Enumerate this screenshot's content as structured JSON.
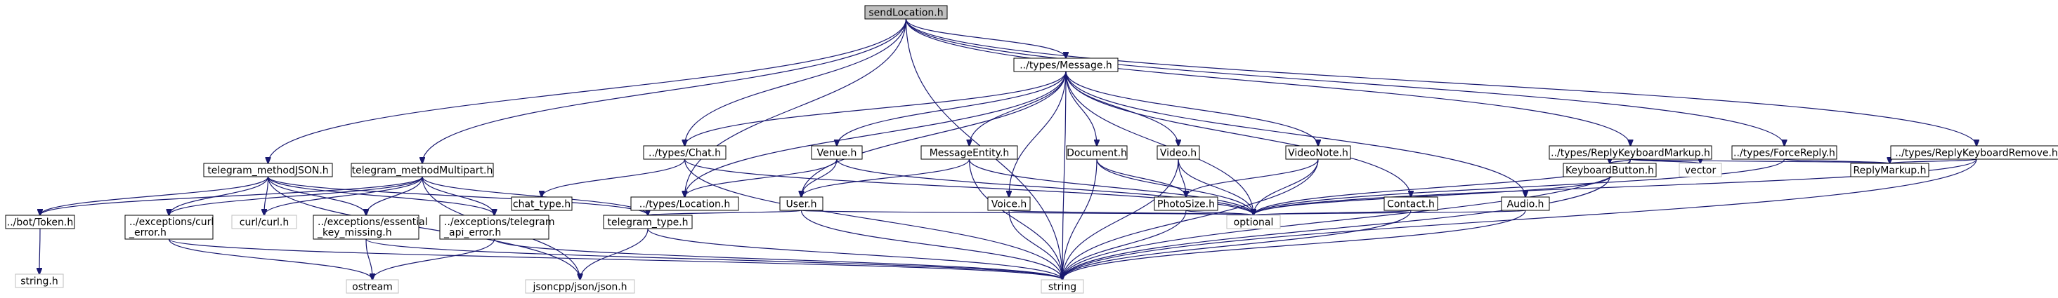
{
  "title": "sendLocation.h",
  "colors": {
    "edge": "#191970",
    "root_fill": "#bfbfbf",
    "system_border": "#bfbfbf",
    "border": "#000000"
  },
  "nodes": [
    {
      "id": "root",
      "label": "sendLocation.h",
      "kind": "root"
    },
    {
      "id": "message",
      "label": "../types/Message.h",
      "kind": "local"
    },
    {
      "id": "chat",
      "label": "../types/Chat.h",
      "kind": "local"
    },
    {
      "id": "location",
      "label": "../types/Location.h",
      "kind": "local"
    },
    {
      "id": "replykb",
      "label": "../types/ReplyKeyboardMarkup.h",
      "kind": "local"
    },
    {
      "id": "forcereply",
      "label": "../types/ForceReply.h",
      "kind": "local"
    },
    {
      "id": "replykbremove",
      "label": "../types/ReplyKeyboardRemove.h",
      "kind": "local"
    },
    {
      "id": "venue",
      "label": "Venue.h",
      "kind": "local"
    },
    {
      "id": "msgentity",
      "label": "MessageEntity.h",
      "kind": "local"
    },
    {
      "id": "document",
      "label": "Document.h",
      "kind": "local"
    },
    {
      "id": "video",
      "label": "Video.h",
      "kind": "local"
    },
    {
      "id": "videonote",
      "label": "VideoNote.h",
      "kind": "local"
    },
    {
      "id": "tmjson",
      "label": "telegram_methodJSON.h",
      "kind": "local"
    },
    {
      "id": "tmmulti",
      "label": "telegram_methodMultipart.h",
      "kind": "local"
    },
    {
      "id": "chattype",
      "label": "chat_type.h",
      "kind": "local"
    },
    {
      "id": "user",
      "label": "User.h",
      "kind": "local"
    },
    {
      "id": "voice",
      "label": "Voice.h",
      "kind": "local"
    },
    {
      "id": "photosize",
      "label": "PhotoSize.h",
      "kind": "local"
    },
    {
      "id": "contact",
      "label": "Contact.h",
      "kind": "local"
    },
    {
      "id": "audio",
      "label": "Audio.h",
      "kind": "local"
    },
    {
      "id": "kbbutton",
      "label": "KeyboardButton.h",
      "kind": "local"
    },
    {
      "id": "vector",
      "label": "vector",
      "kind": "system"
    },
    {
      "id": "replymarkup",
      "label": "ReplyMarkup.h",
      "kind": "local"
    },
    {
      "id": "token",
      "label": "../bot/Token.h",
      "kind": "local"
    },
    {
      "id": "curlerr",
      "label": "../exceptions/curl\n_error.h",
      "kind": "local"
    },
    {
      "id": "curl",
      "label": "curl/curl.h",
      "kind": "system"
    },
    {
      "id": "essential",
      "label": "../exceptions/essential\n_key_missing.h",
      "kind": "local"
    },
    {
      "id": "apierr",
      "label": "../exceptions/telegram\n_api_error.h",
      "kind": "local"
    },
    {
      "id": "tgtype",
      "label": "telegram_type.h",
      "kind": "local"
    },
    {
      "id": "optional",
      "label": "optional",
      "kind": "system"
    },
    {
      "id": "stringh",
      "label": "string.h",
      "kind": "system"
    },
    {
      "id": "ostream",
      "label": "ostream",
      "kind": "system"
    },
    {
      "id": "jsoncpp",
      "label": "jsoncpp/json/json.h",
      "kind": "system"
    },
    {
      "id": "string",
      "label": "string",
      "kind": "system"
    }
  ],
  "edges": [
    [
      "root",
      "message"
    ],
    [
      "root",
      "chat"
    ],
    [
      "root",
      "location"
    ],
    [
      "root",
      "replykb"
    ],
    [
      "root",
      "forcereply"
    ],
    [
      "root",
      "replykbremove"
    ],
    [
      "root",
      "tmjson"
    ],
    [
      "root",
      "tmmulti"
    ],
    [
      "root",
      "string"
    ],
    [
      "message",
      "chat"
    ],
    [
      "message",
      "location"
    ],
    [
      "message",
      "venue"
    ],
    [
      "message",
      "msgentity"
    ],
    [
      "message",
      "document"
    ],
    [
      "message",
      "video"
    ],
    [
      "message",
      "videonote"
    ],
    [
      "message",
      "user"
    ],
    [
      "message",
      "voice"
    ],
    [
      "message",
      "contact"
    ],
    [
      "message",
      "audio"
    ],
    [
      "message",
      "optional"
    ],
    [
      "message",
      "string"
    ],
    [
      "chat",
      "chattype"
    ],
    [
      "chat",
      "optional"
    ],
    [
      "chat",
      "string"
    ],
    [
      "venue",
      "location"
    ],
    [
      "venue",
      "user"
    ],
    [
      "venue",
      "optional"
    ],
    [
      "msgentity",
      "user"
    ],
    [
      "msgentity",
      "optional"
    ],
    [
      "msgentity",
      "string"
    ],
    [
      "document",
      "photosize"
    ],
    [
      "document",
      "optional"
    ],
    [
      "document",
      "string"
    ],
    [
      "video",
      "photosize"
    ],
    [
      "video",
      "optional"
    ],
    [
      "video",
      "string"
    ],
    [
      "videonote",
      "photosize"
    ],
    [
      "videonote",
      "optional"
    ],
    [
      "videonote",
      "string"
    ],
    [
      "user",
      "tgtype"
    ],
    [
      "user",
      "optional"
    ],
    [
      "user",
      "string"
    ],
    [
      "voice",
      "optional"
    ],
    [
      "voice",
      "string"
    ],
    [
      "photosize",
      "optional"
    ],
    [
      "photosize",
      "string"
    ],
    [
      "contact",
      "optional"
    ],
    [
      "contact",
      "string"
    ],
    [
      "audio",
      "optional"
    ],
    [
      "audio",
      "string"
    ],
    [
      "replykb",
      "kbbutton"
    ],
    [
      "replykb",
      "vector"
    ],
    [
      "replykb",
      "replymarkup"
    ],
    [
      "replykb",
      "optional"
    ],
    [
      "replykb",
      "string"
    ],
    [
      "kbbutton",
      "optional"
    ],
    [
      "kbbutton",
      "string"
    ],
    [
      "forcereply",
      "replymarkup"
    ],
    [
      "forcereply",
      "optional"
    ],
    [
      "replykbremove",
      "replymarkup"
    ],
    [
      "replykbremove",
      "optional"
    ],
    [
      "replykbremove",
      "string"
    ],
    [
      "tmjson",
      "token"
    ],
    [
      "tmjson",
      "curlerr"
    ],
    [
      "tmjson",
      "curl"
    ],
    [
      "tmjson",
      "essential"
    ],
    [
      "tmjson",
      "apierr"
    ],
    [
      "tmjson",
      "tgtype"
    ],
    [
      "tmjson",
      "jsoncpp"
    ],
    [
      "tmmulti",
      "token"
    ],
    [
      "tmmulti",
      "curlerr"
    ],
    [
      "tmmulti",
      "curl"
    ],
    [
      "tmmulti",
      "essential"
    ],
    [
      "tmmulti",
      "apierr"
    ],
    [
      "tmmulti",
      "tgtype"
    ],
    [
      "tmmulti",
      "jsoncpp"
    ],
    [
      "token",
      "stringh"
    ],
    [
      "curlerr",
      "ostream"
    ],
    [
      "curlerr",
      "string"
    ],
    [
      "essential",
      "ostream"
    ],
    [
      "essential",
      "string"
    ],
    [
      "apierr",
      "ostream"
    ],
    [
      "apierr",
      "string"
    ],
    [
      "tgtype",
      "jsoncpp"
    ],
    [
      "tgtype",
      "string"
    ]
  ]
}
